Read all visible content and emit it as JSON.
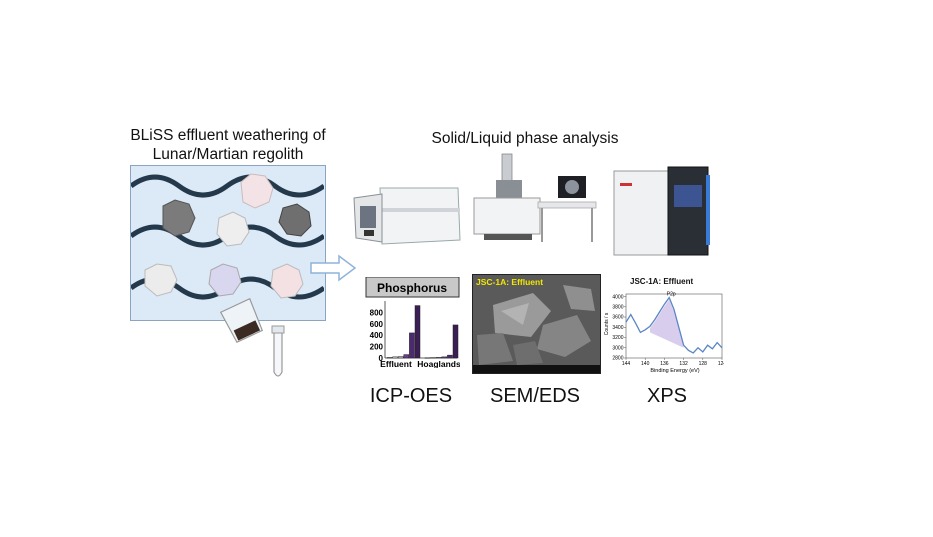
{
  "left_title_line1": "BLiSS effluent weathering of",
  "left_title_line2": "Lunar/Martian regolith",
  "right_title": "Solid/Liquid phase analysis",
  "methods": [
    "ICP-OES",
    "SEM/EDS",
    "XPS"
  ],
  "sem_label": "JSC-1A: Effluent",
  "colors": {
    "panel_bg": "#dce9f7",
    "wave": "#243a4c",
    "arrow": "#8fb3d9",
    "bar_dark": "#3b1e54",
    "bar_mid": "#6a3d8e",
    "xps_line": "#5b86c4",
    "xps_fill": "#c9b8e6"
  },
  "chart_data": [
    {
      "type": "bar",
      "title": "Phosphorus",
      "categories": [
        "Effluent",
        "Hoaglands"
      ],
      "ylim": [
        0,
        1000
      ],
      "yticks": [
        0,
        200,
        400,
        600,
        800
      ],
      "series_values": [
        [
          10,
          20,
          25,
          60,
          440,
          920
        ],
        [
          5,
          8,
          12,
          20,
          50,
          580
        ]
      ]
    },
    {
      "type": "line",
      "title": "JSC-1A: Effluent",
      "xlabel": "Binding Energy (eV)",
      "ylabel": "Counts / s",
      "peak_label": "P2p",
      "xticks": [
        144,
        140,
        136,
        132,
        128,
        124
      ],
      "yticks": [
        2800,
        3000,
        3200,
        3400,
        3600,
        3800,
        4000
      ],
      "xlim": [
        144,
        124
      ],
      "ylim": [
        2800,
        4050
      ],
      "x": [
        144,
        143,
        142,
        141,
        140,
        139,
        138,
        137,
        136,
        135,
        134,
        133,
        132,
        131,
        130,
        129,
        128,
        127,
        126,
        125,
        124
      ],
      "y": [
        3500,
        3650,
        3480,
        3300,
        3350,
        3420,
        3550,
        3700,
        3850,
        3980,
        3750,
        3400,
        3050,
        2950,
        2900,
        3000,
        2920,
        3050,
        2980,
        3100,
        3000
      ]
    }
  ]
}
